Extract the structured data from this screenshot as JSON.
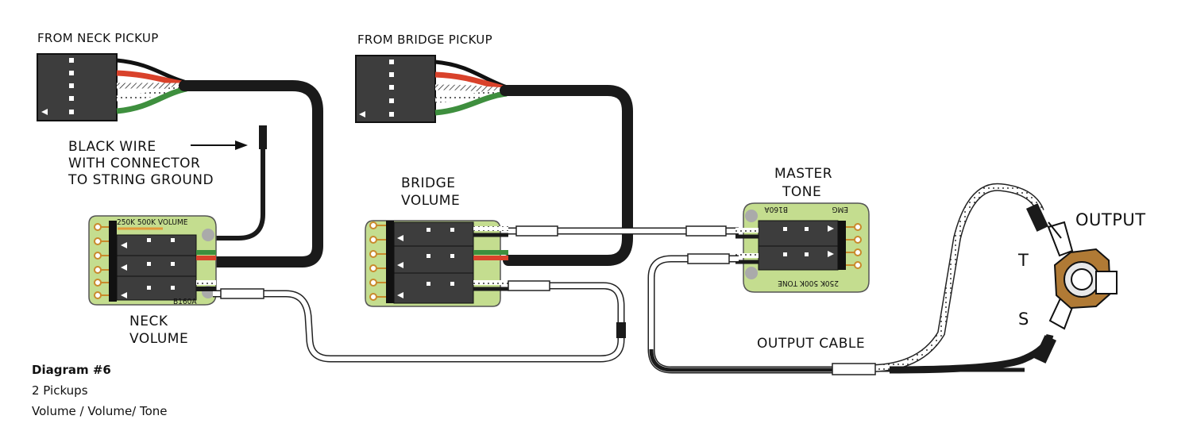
{
  "labels": {
    "from_neck": "FROM NECK PICKUP",
    "from_bridge": "FROM BRIDGE PICKUP",
    "black_wire_1": "BLACK WIRE",
    "black_wire_2": "WITH CONNECTOR",
    "black_wire_3": "TO STRING GROUND",
    "bridge_vol_1": "BRIDGE",
    "bridge_vol_2": "VOLUME",
    "master_tone_1": "MASTER",
    "master_tone_2": "TONE",
    "neck_vol_1": "NECK",
    "neck_vol_2": "VOLUME",
    "output": "OUTPUT",
    "output_cable": "OUTPUT CABLE",
    "tip": "T",
    "sleeve": "S",
    "pot_neck_text": "250K 500K VOLUME",
    "pot_neck_code": "B160A",
    "pot_tone_code": "B160A",
    "pot_tone_brand": "EMG",
    "pot_tone_text": "250K 500K  TONE"
  },
  "legend": {
    "title": "Diagram #6",
    "line1": "2 Pickups",
    "line2": "Volume / Volume/ Tone"
  },
  "colors": {
    "board_green": "#c4dd8f",
    "connector": "#3d3d3d",
    "cable_black": "#1a1a1a",
    "wire_red": "#d9422b",
    "wire_green": "#3e8f3e",
    "jack_brown": "#b07a35"
  }
}
